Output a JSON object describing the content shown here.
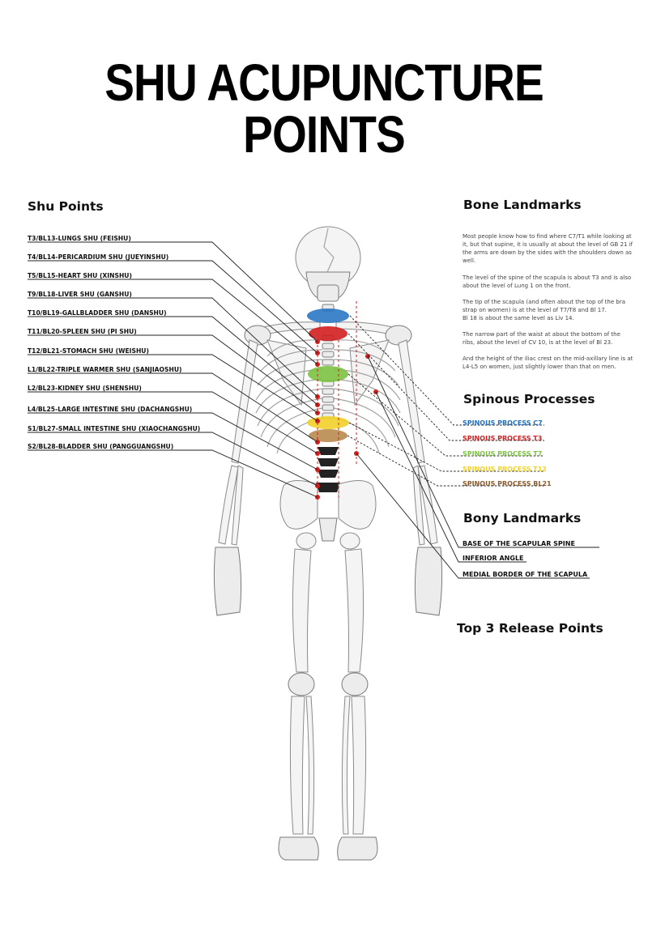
{
  "title": "SHU ACUPUNCTURE POINTS",
  "shu": {
    "heading": "Shu Points",
    "points": [
      "T3/BL13-LUNGS SHU (FEISHU)",
      "T4/BL14-PERICARDIUM SHU (JUEYINSHU)",
      "T5/BL15-HEART SHU (XINSHU)",
      "T9/BL18-LIVER SHU (GANSHU)",
      "T10/BL19-GALLBLADDER SHU (DANSHU)",
      "T11/BL20-SPLEEN SHU (PI SHU)",
      "T12/BL21-STOMACH SHU (WEISHU)",
      "L1/BL22-TRIPLE WARMER SHU (SANJIAOSHU)",
      "L2/BL23-KIDNEY SHU (SHENSHU)",
      "L4/BL25-LARGE INTESTINE SHU (DACHANGSHU)",
      "S1/BL27-SMALL INTESTINE SHU (XIAOCHANGSHU)",
      "S2/BL28-BLADDER SHU (PANGGUANGSHU)"
    ]
  },
  "bone": {
    "heading": "Bone Landmarks",
    "paragraphs": [
      "Most people know how to find where C7/T1 while looking at it, but that supine, it is usually at about the level of GB 21 if the arms are down by the sides with the shoulders down as well.",
      "The level of the spine of the scapula is about T3 and is also about the level of Lung 1 on the front.",
      "The tip of the scapula (and often about the top of the bra strap on women) is at the level of T7/T8 and Bl 17.",
      "Bl 18 is about the same level as Liv 14.",
      "The narrow part of the waist at about the bottom of the ribs, about the level of CV 10, is at the level of Bl 23.",
      "And the height of the iliac crest on the mid-axillary line is at L4-L5 on women, just slightly lower than that on men."
    ]
  },
  "spinous": {
    "heading": "Spinous Processes",
    "items": [
      {
        "label": "SPINOUS PROCESS C7",
        "color": "#1f6fc0"
      },
      {
        "label": "SPINOUS PROCESS T3",
        "color": "#d01f1f"
      },
      {
        "label": "SPINOUS PROCESS T7",
        "color": "#7cc242"
      },
      {
        "label": "SPINOUS PROCESS T12",
        "color": "#f2d22a"
      },
      {
        "label": "SPINOUS PROCESS BL21",
        "color": "#8a5a2b"
      }
    ]
  },
  "bony": {
    "heading": "Bony Landmarks",
    "items": [
      "BASE OF THE SCAPULAR SPINE",
      "INFERIOR ANGLE",
      "MEDIAL BORDER OF THE SCAPULA"
    ]
  },
  "release": {
    "heading": "Top 3 Release Points"
  }
}
